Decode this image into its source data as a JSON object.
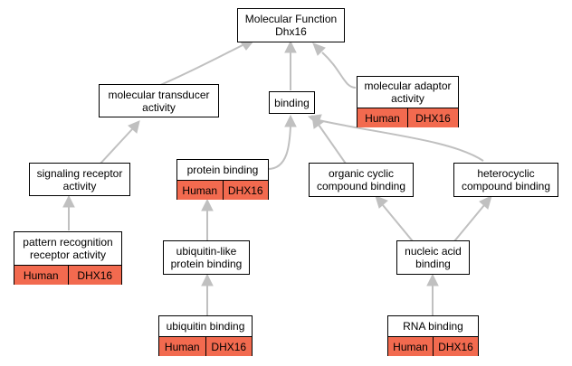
{
  "nodes": {
    "root": {
      "label": "Molecular Function\nDhx16"
    },
    "transducer": {
      "label": "molecular transducer\nactivity"
    },
    "binding": {
      "label": "binding"
    },
    "adaptor": {
      "label": "molecular adaptor\nactivity",
      "species": "Human",
      "gene": "DHX16"
    },
    "signaling": {
      "label": "signaling receptor\nactivity"
    },
    "protein": {
      "label": "protein binding",
      "species": "Human",
      "gene": "DHX16"
    },
    "organic": {
      "label": "organic cyclic\ncompound binding"
    },
    "hetero": {
      "label": "heterocyclic\ncompound binding"
    },
    "pattern": {
      "label": "pattern recognition\nreceptor activity",
      "species": "Human",
      "gene": "DHX16"
    },
    "ubl": {
      "label": "ubiquitin-like\nprotein binding"
    },
    "nucleic": {
      "label": "nucleic acid\nbinding"
    },
    "ubiquitin": {
      "label": "ubiquitin binding",
      "species": "Human",
      "gene": "DHX16"
    },
    "rna": {
      "label": "RNA binding",
      "species": "Human",
      "gene": "DHX16"
    }
  },
  "colors": {
    "annotation_fill": "#f26a4f",
    "edge": "#c0c0c0"
  }
}
